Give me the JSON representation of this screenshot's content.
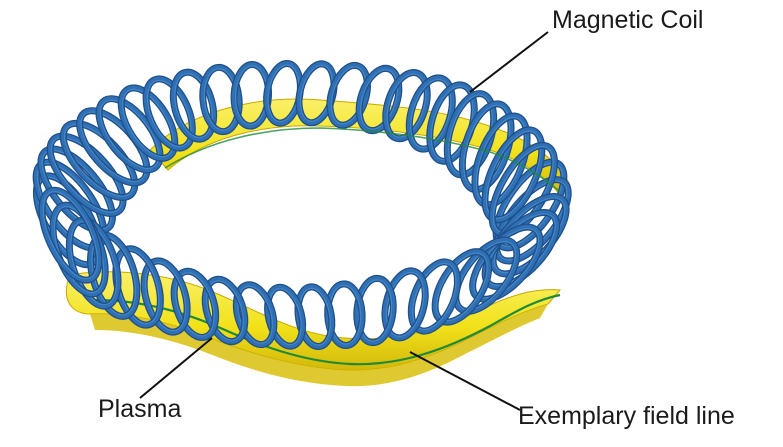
{
  "labels": {
    "magnetic_coil": "Magnetic Coil",
    "plasma": "Plasma",
    "field_line": "Exemplary field line"
  },
  "colors": {
    "coil_main": "#2f6fb3",
    "coil_dark": "#1f4f88",
    "coil_light": "#4d8fcf",
    "plasma_main": "#f2e21a",
    "plasma_dark": "#d3b80a",
    "plasma_light": "#faf06a",
    "field_line": "#1e8a3a",
    "leader": "#111111"
  }
}
